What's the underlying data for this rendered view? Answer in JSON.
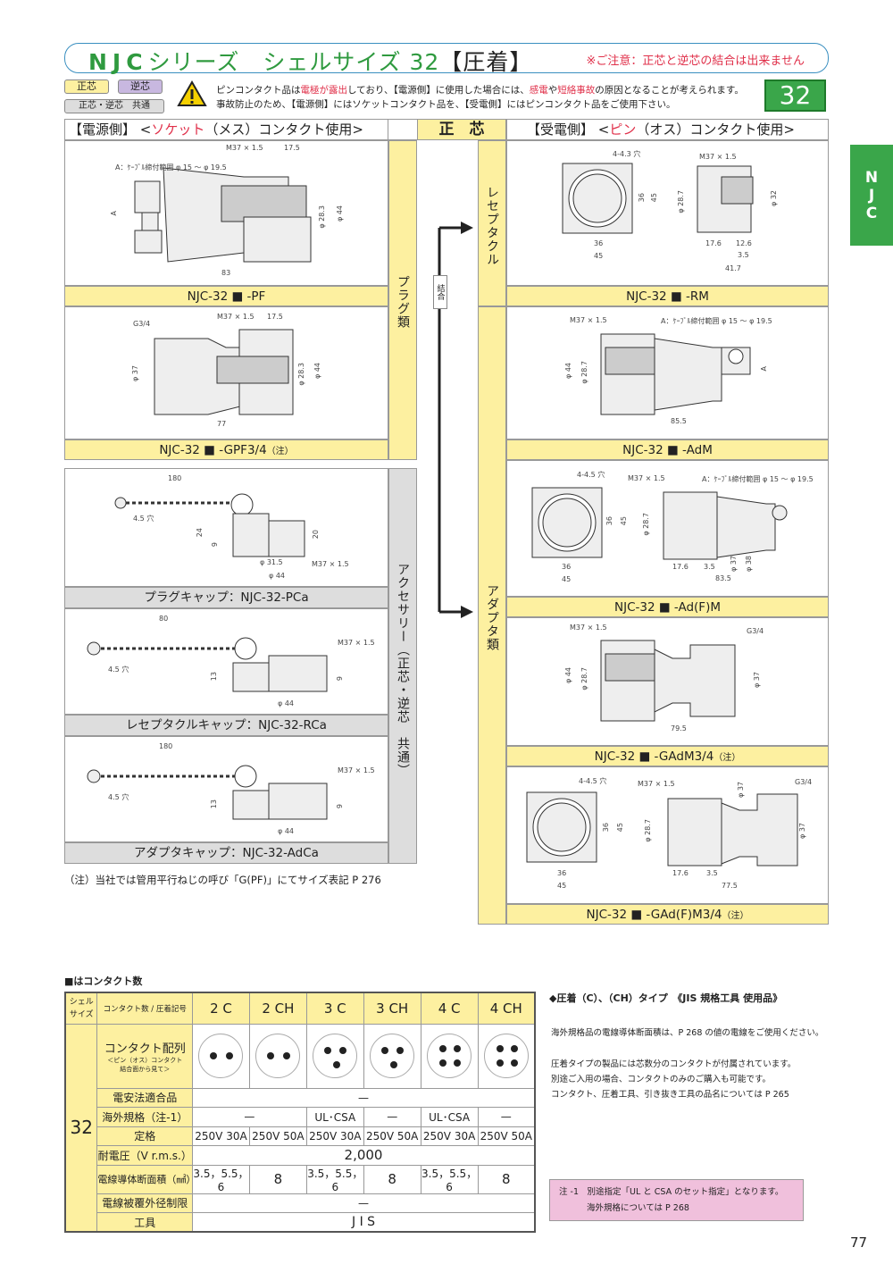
{
  "header": {
    "title_brand": "NJC",
    "title_rest": "シリーズ　シェルサイズ 32",
    "title_bracket": "【圧着】",
    "caution": "※ご注意：正芯と逆芯の結合は出来ません",
    "page_tag": "32"
  },
  "legend": {
    "seishin": "正芯",
    "gyakushin": "逆芯",
    "common": "正芯・逆芯　共通"
  },
  "warning": {
    "l1a": "ピンコンタクト品は",
    "l1b": "電極が露出",
    "l1c": "しており、【電源側】に使用した場合には、",
    "l1d": "感電",
    "l1e": "や",
    "l1f": "短絡事故",
    "l1g": "の原因となることが考えられます。",
    "l2": "事故防止のため、【電源側】にはソケットコンタクト品を、【受電側】にはピンコンタクト品をご使用下さい。"
  },
  "columns": {
    "left_a": "【電源側】 <",
    "left_b": "ソケット",
    "left_c": "（メス）コンタクト使用>",
    "center": "正　芯",
    "right_a": "【受電側】 <",
    "right_b": "ピン",
    "right_c": "（オス）コンタクト使用>"
  },
  "strips": {
    "plug": "プラグ類",
    "receptacle": "レセプタクル",
    "adapter": "アダプタ類",
    "accessory": "アクセサリー（正芯・逆芯　共通）",
    "coupling": "結合"
  },
  "products": {
    "pf": {
      "label": "NJC-32 ■ -PF",
      "dims": [
        "M37 × 1.5",
        "17.5",
        "A：ｹｰﾌﾞﾙ締付範囲 φ 15 〜 φ 19.5",
        "A",
        "φ 28.3",
        "φ 44",
        "83"
      ]
    },
    "gpf": {
      "label": "NJC-32 ■ -GPF3/4",
      "note": "（注）",
      "dims": [
        "G3/4",
        "M37 × 1.5",
        "17.5",
        "φ 37",
        "φ 28.3",
        "φ 44",
        "77"
      ]
    },
    "rm": {
      "label": "NJC-32 ■ -RM",
      "dims": [
        "4-4.3 穴",
        "M37 × 1.5",
        "36",
        "45",
        "φ 28.7",
        "φ 32",
        "36",
        "45",
        "17.6",
        "12.6",
        "3.5",
        "41.7"
      ]
    },
    "adm": {
      "label": "NJC-32 ■ -AdM",
      "dims": [
        "M37 × 1.5",
        "A：ｹｰﾌﾞﾙ締付範囲 φ 15 〜 φ 19.5",
        "φ 44",
        "φ 28.7",
        "A",
        "85.5"
      ]
    },
    "adfm": {
      "label": "NJC-32 ■ -Ad(F)M",
      "dims": [
        "4-4.5 穴",
        "M37 × 1.5",
        "A：ｹｰﾌﾞﾙ締付範囲 φ 15 〜 φ 19.5",
        "36",
        "45",
        "φ 28.7",
        "36",
        "45",
        "17.6",
        "3.5",
        "φ 37",
        "φ 38",
        "83.5"
      ]
    },
    "gadm": {
      "label": "NJC-32 ■ -GAdM3/4",
      "note": "（注）",
      "dims": [
        "M37 × 1.5",
        "G3/4",
        "φ 44",
        "φ 28.7",
        "φ 37",
        "79.5"
      ]
    },
    "gadfm": {
      "label": "NJC-32 ■ -GAd(F)M3/4",
      "note": "（注）",
      "dims": [
        "4-4.5 穴",
        "M37 × 1.5",
        "φ 37",
        "G3/4",
        "36",
        "45",
        "φ 28.7",
        "φ 37",
        "36",
        "45",
        "17.6",
        "3.5",
        "77.5"
      ]
    },
    "pca": {
      "label": "プラグキャップ：NJC-32-PCa",
      "dims": [
        "180",
        "4.5 穴",
        "24",
        "9",
        "20",
        "φ 31.5",
        "M37 × 1.5",
        "φ 44"
      ]
    },
    "rca": {
      "label": "レセプタクルキャップ：NJC-32-RCa",
      "dims": [
        "80",
        "M37 × 1.5",
        "4.5 穴",
        "13",
        "9",
        "φ 44"
      ]
    },
    "adca": {
      "label": "アダプタキャップ：NJC-32-AdCa",
      "dims": [
        "180",
        "M37 × 1.5",
        "4.5 穴",
        "13",
        "9",
        "φ 44"
      ]
    }
  },
  "footnote": "（注）当社では管用平行ねじの呼び「G(PF)」にてサイズ表記 P 276",
  "side_tab": "NJC",
  "table": {
    "caption": "■はコンタクト数",
    "h_shell": "シェルサイズ",
    "h_label": "コンタクト数 / 圧着記号",
    "cols": [
      "2 C",
      "2 CH",
      "3 C",
      "3 CH",
      "4 C",
      "4 CH"
    ],
    "shell_size": "32",
    "r_layout": "コンタクト配列",
    "r_layout_sub1": "＜ピン（オス）コンタクト",
    "r_layout_sub2": "結合面から見て＞",
    "r_denan": "電安法適合品",
    "v_denan": "—",
    "r_overseas": "海外規格（注-1）",
    "v_overseas": [
      "—",
      "UL･CSA",
      "—",
      "UL･CSA",
      "—"
    ],
    "r_rating": "定格",
    "v_rating": [
      "250V 30A",
      "250V 50A",
      "250V 30A",
      "250V 50A",
      "250V 30A",
      "250V 50A"
    ],
    "r_voltage": "耐電圧（V r.m.s.）",
    "v_voltage": "2,000",
    "r_wire": "電線導体断面積（㎟）",
    "v_wire": [
      "3.5，5.5，6",
      "8",
      "3.5，5.5，6",
      "8",
      "3.5，5.5，6",
      "8"
    ],
    "r_od": "電線被覆外径制限",
    "v_od": "—",
    "r_tool": "工具",
    "v_tool": "J I S"
  },
  "info": {
    "heading": "◆圧着（C）、（CH）タイプ　《JIS 規格工具 使用品》",
    "p1": "海外規格品の電線導体断面積は、P 268 の値の電線をご使用ください。",
    "p2": "圧着タイプの製品には芯数分のコンタクトが付属されています。",
    "p3": "別途ご入用の場合、コンタクトのみのご購入も可能です。",
    "p4": "コンタクト、圧着工具、引き抜き工具の品名については P 265",
    "note1": "注 -1　別途指定「UL と CSA のセット指定」となります。",
    "note2": "海外規格については P 268"
  },
  "page_number": "77",
  "colors": {
    "green": "#3aa64a",
    "yellow": "#fdf0a0",
    "purple": "#c8b8e0",
    "red": "#e0304a",
    "blue": "#3a8fc0"
  }
}
